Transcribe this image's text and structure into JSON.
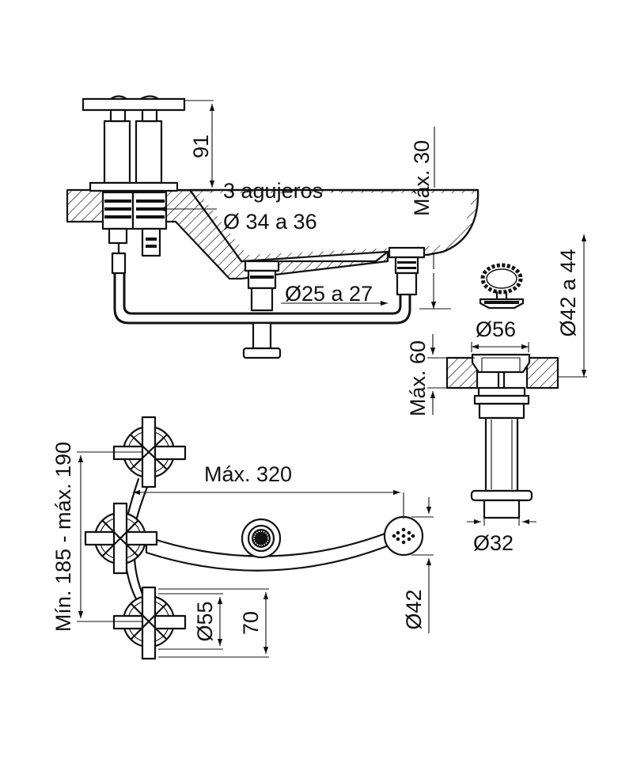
{
  "dimensions": {
    "handle_height": "91",
    "holes_count": "3 agujeros",
    "holes_diameter": "Ø 34 a 36",
    "max_depth": "Máx. 30",
    "drain_hole": "Ø25 a 27",
    "plug_diameter": "Ø56",
    "waste_range": "Ø42 a 44",
    "max_thickness": "Máx. 60",
    "tail_diameter": "Ø32",
    "spacing_range": "Mín. 185 - máx. 190",
    "max_reach": "Máx. 320",
    "handle_diameter": "Ø55",
    "handle_spacing": "70",
    "spray_diameter": "Ø42"
  }
}
